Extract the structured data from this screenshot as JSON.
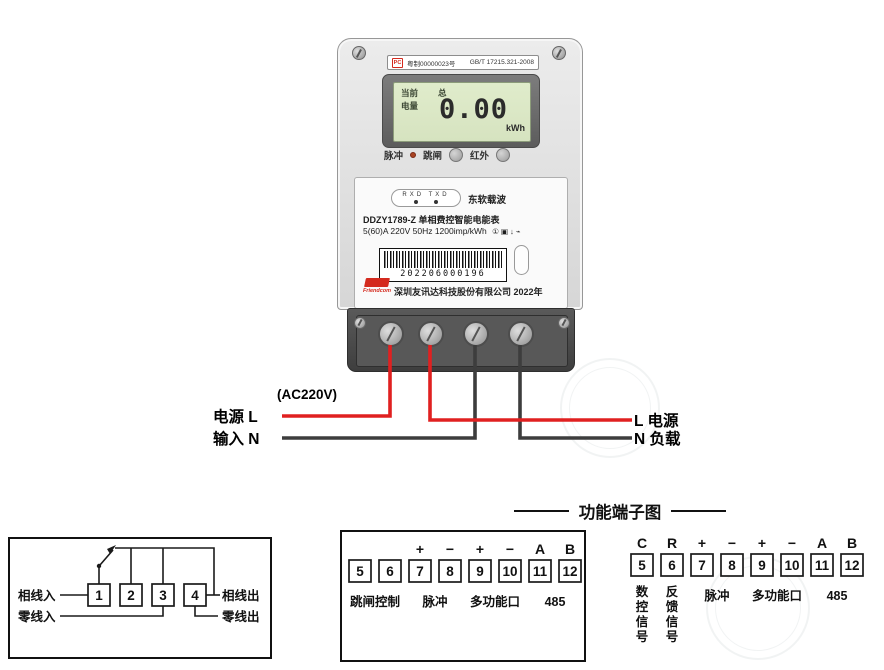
{
  "meter": {
    "cert_mark": "PC",
    "cert": "粤制00000023号",
    "standard": "GB/T 17215.321-2008",
    "lcd": {
      "label_current": "当前",
      "label_total": "总",
      "label_energy": "电量",
      "value": "0.00",
      "unit": "kWh"
    },
    "indicators": {
      "pulse": "脉冲",
      "trip": "跳闸",
      "infrared": "红外"
    },
    "comm": {
      "rxd_txd": "RXD TXD",
      "carrier": "东软载波"
    },
    "model": "DDZY1789-Z 单相费控智能电能表",
    "spec": "5(60)A 220V 50Hz 1200imp/kWh",
    "spec_icons": "① ▣ ↓ ⌁",
    "barcode_number": "202206000196",
    "brand": "Friendcom",
    "company": "深圳友讯达科技股份有限公司 2022年"
  },
  "wiring": {
    "ac": "(AC220V)",
    "source_l": "电源 L",
    "source_n": "输入 N",
    "load_l": "L 电源",
    "load_n": "N 负载"
  },
  "functional_title": "功能端子图",
  "d1": {
    "t": [
      "1",
      "2",
      "3",
      "4"
    ],
    "phase_in": "相线入",
    "phase_out": "相线出",
    "neutral_in": "零线入",
    "neutral_out": "零线出"
  },
  "d2": {
    "pol": [
      "+",
      "−",
      "+",
      "−",
      "A",
      "B"
    ],
    "t": [
      "5",
      "6",
      "7",
      "8",
      "9",
      "10",
      "11",
      "12"
    ],
    "labels": [
      "跳闸控制",
      "脉冲",
      "多功能口",
      "485"
    ]
  },
  "d3": {
    "top": [
      "C",
      "R",
      "+",
      "−",
      "+",
      "−",
      "A",
      "B"
    ],
    "t": [
      "5",
      "6",
      "7",
      "8",
      "9",
      "10",
      "11",
      "12"
    ],
    "col1": [
      "数",
      "控",
      "信",
      "号"
    ],
    "col2": [
      "反",
      "馈",
      "信",
      "号"
    ],
    "labels": [
      "脉冲",
      "多功能口",
      "485"
    ]
  },
  "colors": {
    "live_wire": "#e02020",
    "neutral_wire": "#3d3d3d",
    "brand_red": "#d42a1e",
    "lcd_green": "#d6e3c0"
  }
}
